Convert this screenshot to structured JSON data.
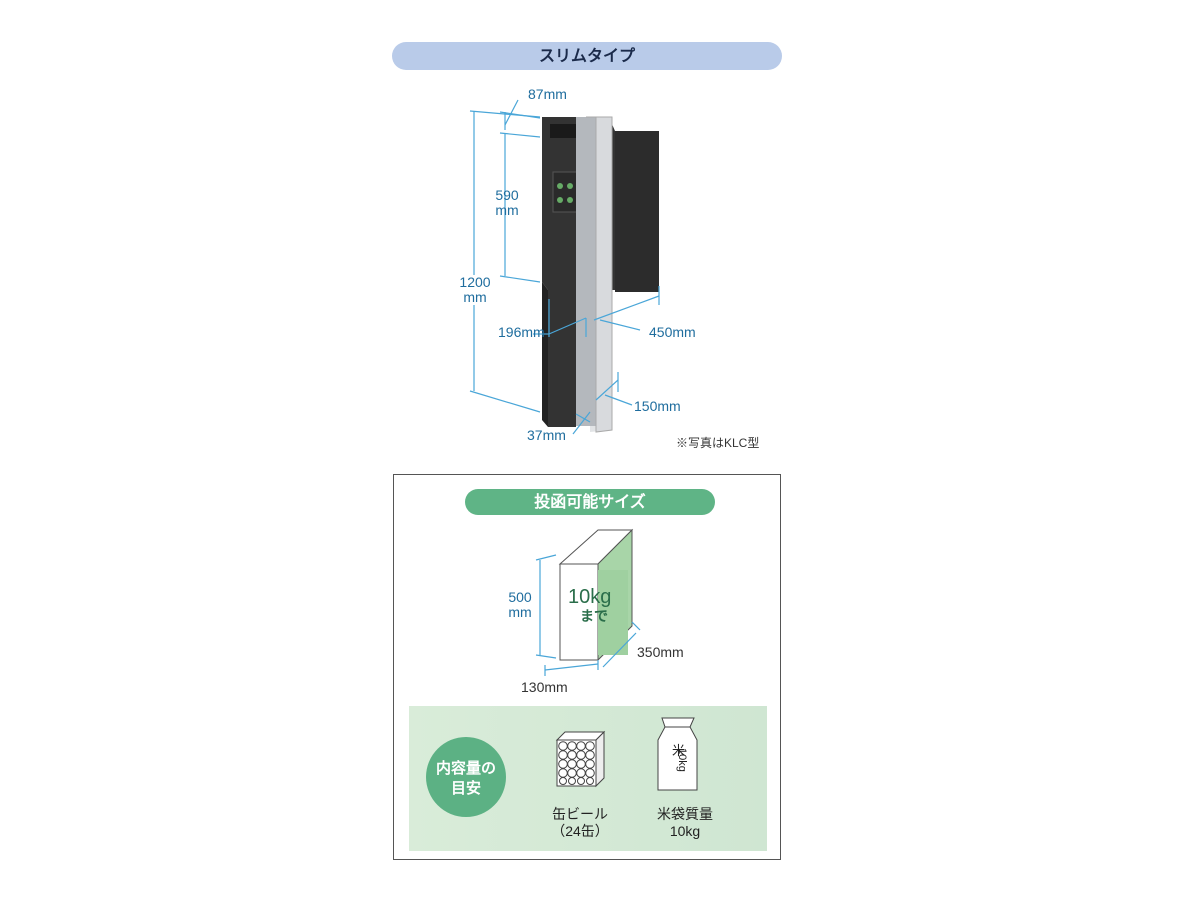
{
  "header": {
    "title": "スリムタイプ"
  },
  "dimensions": {
    "top_depth": "87mm",
    "slot_height_value": "590",
    "slot_height_unit": "mm",
    "total_height_value": "1200",
    "total_height_unit": "mm",
    "width": "196mm",
    "depth": "450mm",
    "post_depth": "150mm",
    "post_width": "37mm"
  },
  "photo_note": "※写真はKLC型",
  "section2": {
    "title": "投函可能サイズ",
    "height_value": "500",
    "height_unit": "mm",
    "weight_line1": "10kg",
    "weight_line2": "まで",
    "width": "130mm",
    "depth": "350mm"
  },
  "capacity": {
    "heading_line1": "内容量の",
    "heading_line2": "目安",
    "items": [
      {
        "name": "缶ビール",
        "detail": "（24缶）",
        "icon": "beer-cans-icon"
      },
      {
        "name": "米袋質量",
        "detail": "10kg",
        "icon": "rice-bag-icon"
      }
    ],
    "rice_bag_text1": "米",
    "rice_bag_text2": "10kg"
  },
  "colors": {
    "header_pill": "#b9cbe9",
    "green_accent": "#5fb486",
    "dimension_line": "#4aa6d8",
    "box_green": "#a8d5a8"
  }
}
